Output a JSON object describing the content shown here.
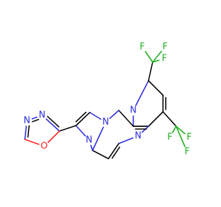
{
  "atom_labels": {
    "N_pyridine": "N",
    "N_pyrazine": "N",
    "N_imidazole": "N",
    "N_bridge": "N",
    "N_oxadiazole_1": "N",
    "N_oxadiazole_2": "N",
    "O_oxadiazole": "O",
    "F_top_1": "F",
    "F_top_2": "F",
    "F_top_3": "F",
    "F_right_1": "F",
    "F_right_2": "F",
    "F_right_3": "F"
  },
  "colors": {
    "nitrogen": "#2a2ae0",
    "oxygen": "#ff2020",
    "fluorine": "#1db01d",
    "carbon_bond": "#000000",
    "background": "#ffffff"
  }
}
